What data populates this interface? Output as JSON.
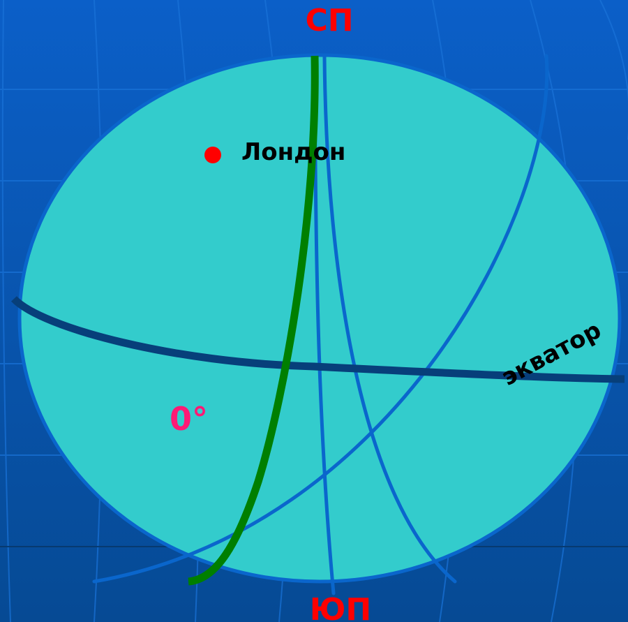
{
  "labels": {
    "north_pole": "СП",
    "south_pole": "ЮП",
    "city": "Лондон",
    "equator": "экватор",
    "prime_meridian": "0°"
  },
  "colors": {
    "background_top": "#0a5cc4",
    "background_bottom": "#064a96",
    "globe_fill": "#33cccc",
    "globe_outline": "#0a66cc",
    "meridian_lines": "#0a66cc",
    "equator_line": "#073f7a",
    "prime_meridian": "#007f00",
    "pole_labels": "#ff0000",
    "city_dot": "#ff0000",
    "degree_label": "#ff1a75",
    "text_dark": "#000000"
  }
}
